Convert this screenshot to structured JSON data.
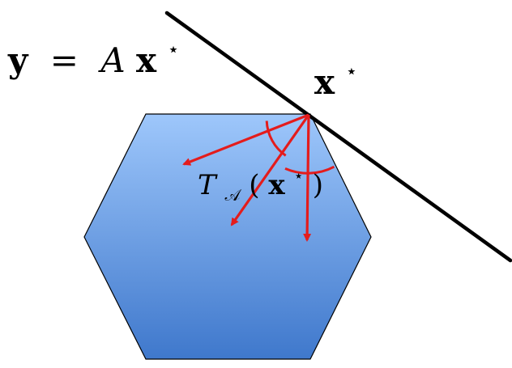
{
  "labels": {
    "equation": {
      "lhs": "y",
      "equals": "=",
      "matrix": "A",
      "vector": "x",
      "star": "⋆"
    },
    "point": {
      "vector": "x",
      "star": "⋆"
    },
    "cone": {
      "T": "T",
      "subscript": "𝒜",
      "open_paren": "(",
      "vector": "x",
      "star": "⋆",
      "close_paren": ")"
    }
  },
  "colors": {
    "polygon_top": "#9ec7fb",
    "polygon_bottom": "#3f78cc",
    "outline": "#000000",
    "arrows": "#e41c1c",
    "line": "#000000",
    "text": "#000000"
  },
  "icons": {
    "arrowhead": "arrow-head"
  }
}
